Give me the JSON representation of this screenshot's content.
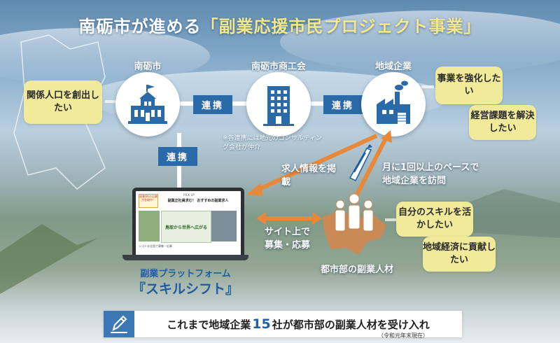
{
  "title": {
    "main": "南砺市が進める",
    "highlight": "「副業応援市民プロジェクト事業」"
  },
  "nodes": {
    "city": "南砺市",
    "chamber": "南砺市商工会",
    "company": "地域企業"
  },
  "links": {
    "city_chamber": "連携",
    "chamber_company": "連携",
    "city_platform": "連携"
  },
  "note": "※各連携には地元のコンサルティング会社が仲介",
  "left_bubble": "関係人口を創出したい",
  "company_bubbles": [
    "事業を強化したい",
    "経営課題を解決したい"
  ],
  "worker_bubbles": [
    "自分のスキルを活かしたい",
    "地域経済に貢献したい"
  ],
  "arrows": {
    "job_info": "求人情報を掲載",
    "visit": "月に1回以上のペースで地域企業を訪問",
    "site": "サイト上で募集・応募"
  },
  "platform": {
    "line1": "副業プラットフォーム",
    "line2": "『スキルシフト』"
  },
  "workers_label": "都市部の副業人材",
  "screen": {
    "pickup": "PICK UP",
    "headline": "副業正社員求む！ おすすめの副業求人",
    "badge": "副業OKの企業が急増中！",
    "card_text": "鳥取から世界へ広がる",
    "footer": "シゴトは全国で募集・応募"
  },
  "banner": {
    "pre": "これまで地域企業",
    "num": "15",
    "post": "社が都市部の副業人材を受け入れ",
    "note": "（令和元年末現在）"
  },
  "icons": [
    "city-hall-icon",
    "office-building-icon",
    "factory-icon",
    "laptop-icon",
    "people-icon",
    "pencil-icon"
  ]
}
